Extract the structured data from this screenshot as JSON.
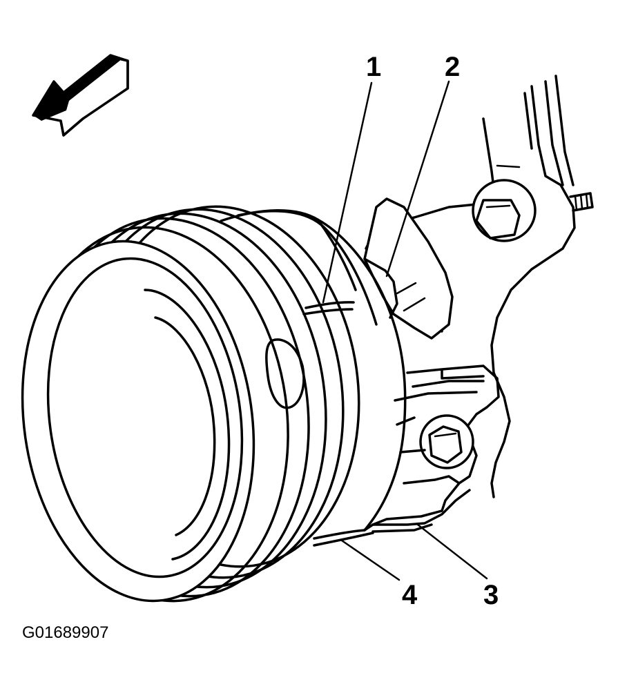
{
  "callouts": [
    {
      "id": "1",
      "label": "1"
    },
    {
      "id": "2",
      "label": "2"
    },
    {
      "id": "3",
      "label": "3"
    },
    {
      "id": "4",
      "label": "4"
    }
  ],
  "figure_id": "G01689907",
  "colors": {
    "line": "#000000",
    "background": "#ffffff"
  },
  "icons": [
    "direction-arrow-icon",
    "bolt-icon"
  ]
}
